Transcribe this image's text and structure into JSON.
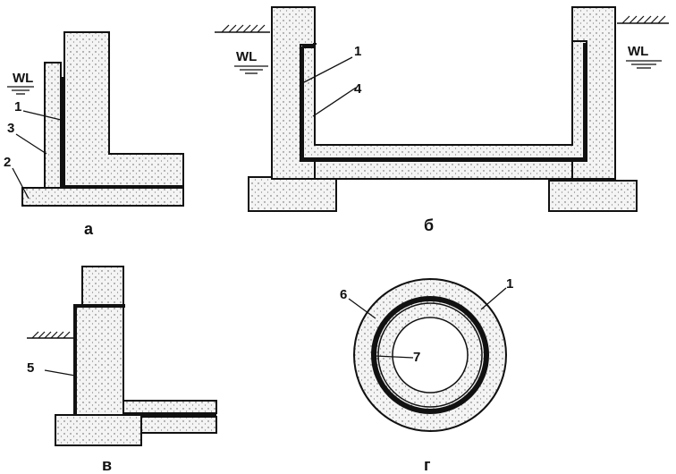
{
  "diagram": {
    "panels": [
      {
        "id": "a",
        "caption": "а",
        "labels": [
          "WL",
          "1",
          "3",
          "2"
        ]
      },
      {
        "id": "b",
        "caption": "б",
        "labels": [
          "WL",
          "WL",
          "1",
          "4"
        ]
      },
      {
        "id": "v",
        "caption": "в",
        "labels": [
          "5"
        ]
      },
      {
        "id": "g",
        "caption": "г",
        "labels": [
          "6",
          "1",
          "7"
        ]
      }
    ]
  },
  "colors": {
    "ink": "#111111",
    "concrete_fill": "#f4f4f4",
    "background": "#ffffff"
  }
}
